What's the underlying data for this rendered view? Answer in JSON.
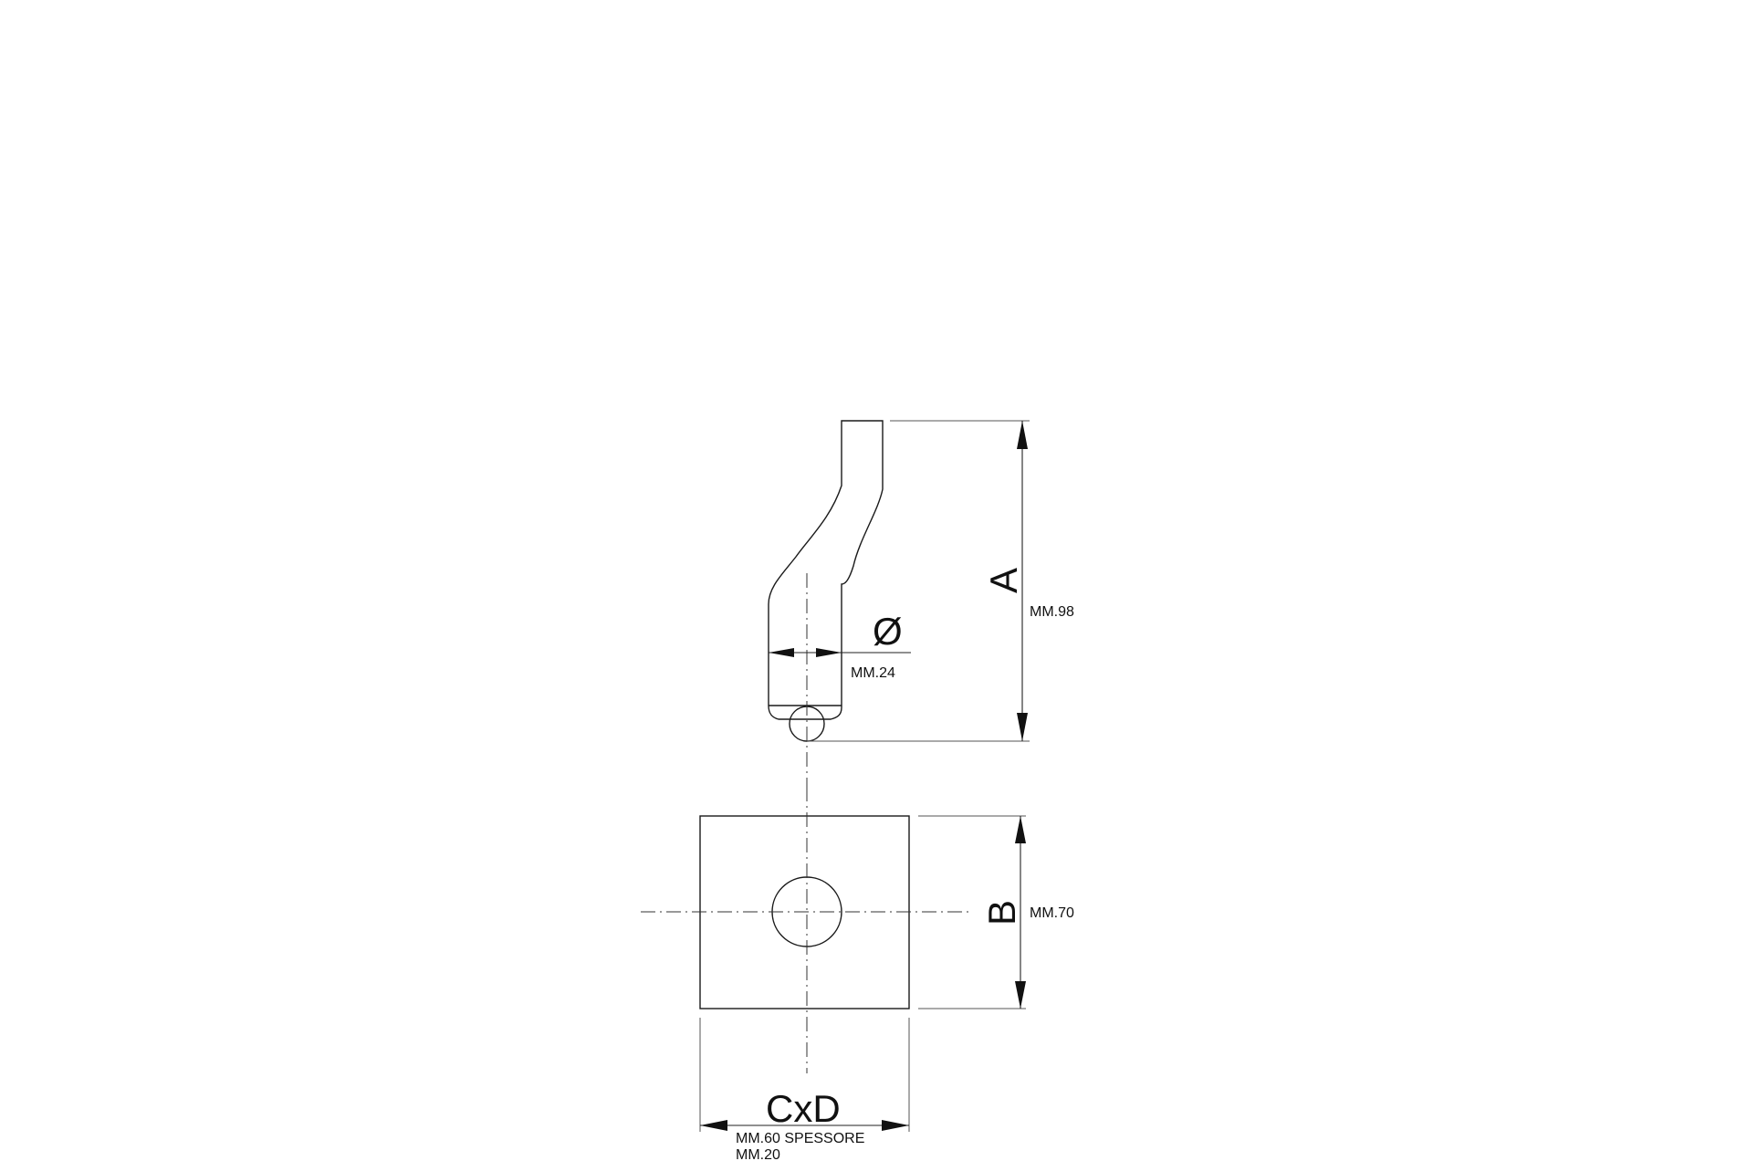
{
  "drawing": {
    "labels": {
      "a": "A",
      "a_value": "MM.98",
      "diameter": "Ø",
      "diameter_value": "MM.24",
      "b": "B",
      "b_value": "MM.70",
      "cxd": "CxD",
      "cxd_value_line1": "MM.60 SPESSORE",
      "cxd_value_line2": "MM.20"
    }
  }
}
